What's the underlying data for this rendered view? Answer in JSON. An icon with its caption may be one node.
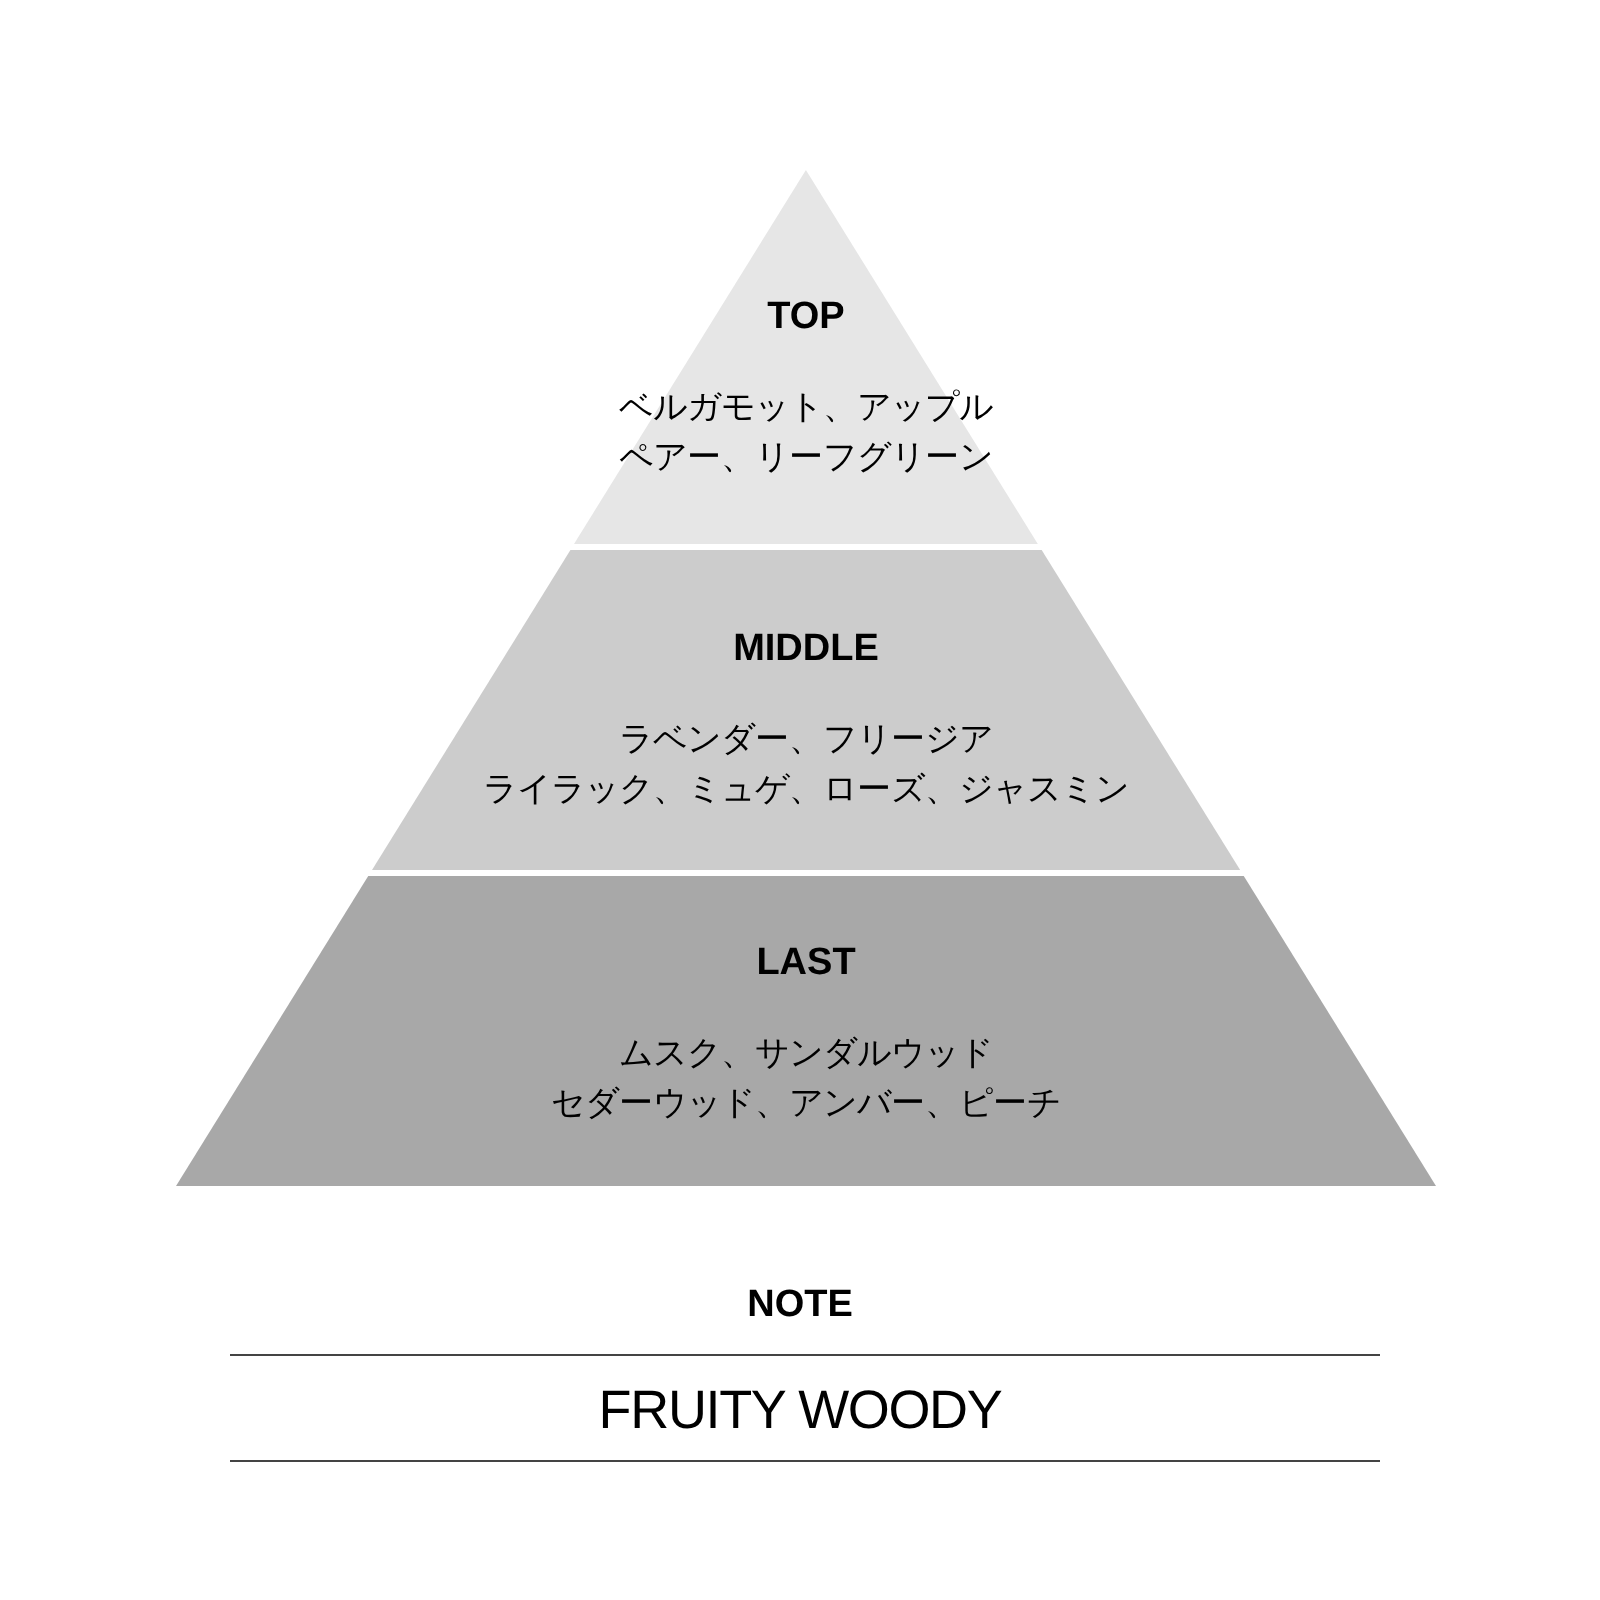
{
  "diagram": {
    "nodes": [
      {
        "text": [
          "TOP",
          "ベルガモット、アップル",
          "ペアー、リーフグリーン"
        ]
      },
      {
        "text": [
          "MIDDLE",
          "ラベンダー、フリージア",
          "ライラック、ミュゲ、ローズ、ジャスミン"
        ]
      },
      {
        "text": [
          "LAST",
          "ムスク、サンダルウッド",
          "セダーウッド、アンバー、ピーチ"
        ]
      }
    ],
    "labels": [
      "NOTE",
      "FRUITY WOODY"
    ]
  }
}
